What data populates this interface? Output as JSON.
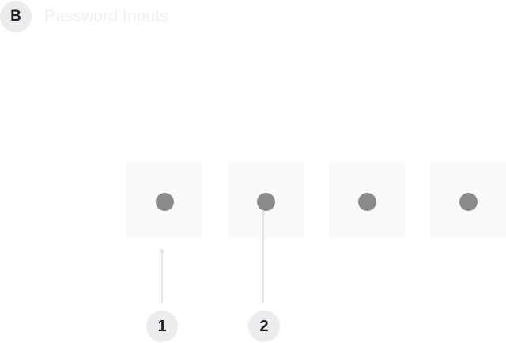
{
  "header": {
    "section_letter": "B",
    "title": "Password Inputs"
  },
  "pin_input": {
    "cells": [
      {
        "state": "filled"
      },
      {
        "state": "filled"
      },
      {
        "state": "filled"
      },
      {
        "state": "filled"
      }
    ]
  },
  "callouts": [
    {
      "number": "1",
      "target": "pin-cell-1"
    },
    {
      "number": "2",
      "target": "pin-dot-2"
    }
  ],
  "colors": {
    "badge_bg": "#ececee",
    "dot": "#8a8a8a",
    "cell_bg": "#fafafa",
    "title": "#f0f0f2"
  }
}
